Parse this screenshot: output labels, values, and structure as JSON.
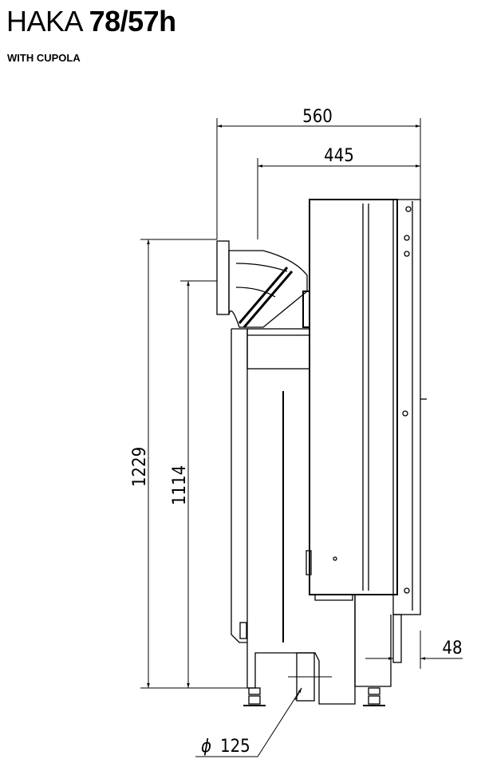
{
  "header": {
    "model_prefix": "HAKA",
    "model_number": "78/57h",
    "variant": "WITH CUPOLA"
  },
  "dimensions": {
    "overall_depth": "560",
    "body_depth": "445",
    "overall_height": "1229",
    "flue_height": "1114",
    "rear_offset": "48",
    "flue_diameter_symbol": "ϕ",
    "flue_diameter": "125"
  },
  "colors": {
    "line": "#000000",
    "background": "#ffffff"
  }
}
